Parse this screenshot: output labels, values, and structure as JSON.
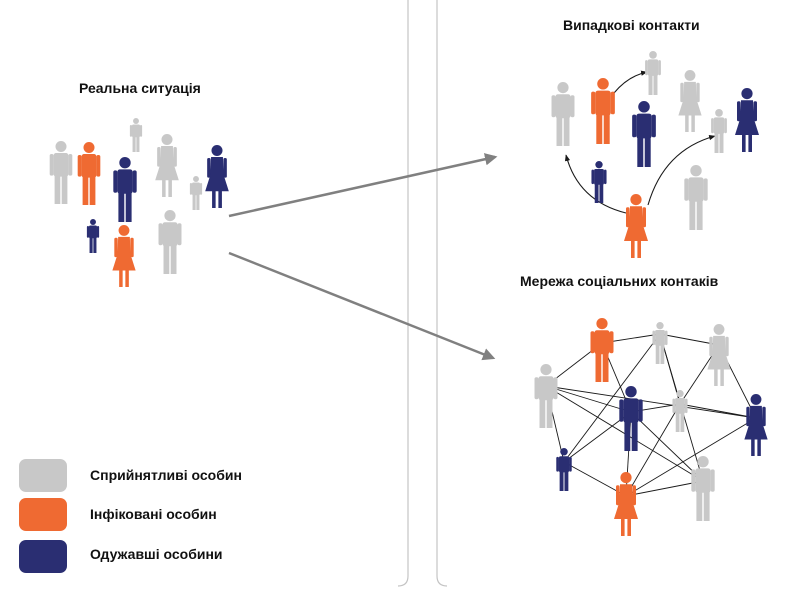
{
  "colors": {
    "susceptible": "#c8c8c8",
    "infected": "#ef6a32",
    "recovered": "#2a2e72",
    "arrow": "#808080",
    "edge": "#1a1a1a",
    "divider": "#c4c4c4"
  },
  "panels": {
    "real_situation": {
      "title": "Реальна ситуація",
      "people": [
        {
          "state": "susceptible",
          "type": "man"
        },
        {
          "state": "infected",
          "type": "man"
        },
        {
          "state": "susceptible",
          "type": "child"
        },
        {
          "state": "recovered",
          "type": "man"
        },
        {
          "state": "susceptible",
          "type": "woman"
        },
        {
          "state": "susceptible",
          "type": "child"
        },
        {
          "state": "recovered",
          "type": "woman"
        },
        {
          "state": "recovered",
          "type": "child"
        },
        {
          "state": "infected",
          "type": "woman"
        },
        {
          "state": "susceptible",
          "type": "man"
        }
      ]
    },
    "random_contacts": {
      "title": "Випадкові контакти",
      "people": [
        {
          "state": "susceptible",
          "type": "man"
        },
        {
          "state": "infected",
          "type": "man"
        },
        {
          "state": "susceptible",
          "type": "child"
        },
        {
          "state": "recovered",
          "type": "man"
        },
        {
          "state": "susceptible",
          "type": "woman"
        },
        {
          "state": "susceptible",
          "type": "child"
        },
        {
          "state": "recovered",
          "type": "woman"
        },
        {
          "state": "recovered",
          "type": "child"
        },
        {
          "state": "infected",
          "type": "woman"
        },
        {
          "state": "susceptible",
          "type": "man"
        }
      ]
    },
    "social_network": {
      "title": "Мережа соціальних контаків",
      "people": [
        {
          "state": "infected",
          "type": "man"
        },
        {
          "state": "susceptible",
          "type": "child"
        },
        {
          "state": "susceptible",
          "type": "woman"
        },
        {
          "state": "susceptible",
          "type": "man"
        },
        {
          "state": "recovered",
          "type": "man"
        },
        {
          "state": "susceptible",
          "type": "child"
        },
        {
          "state": "recovered",
          "type": "woman"
        },
        {
          "state": "recovered",
          "type": "child"
        },
        {
          "state": "infected",
          "type": "woman"
        },
        {
          "state": "susceptible",
          "type": "man"
        }
      ]
    }
  },
  "legend": [
    {
      "label": "Сприйнятливі особин",
      "state": "susceptible"
    },
    {
      "label": "Інфіковані особин",
      "state": "infected"
    },
    {
      "label": "Одужавші особини",
      "state": "recovered"
    }
  ]
}
